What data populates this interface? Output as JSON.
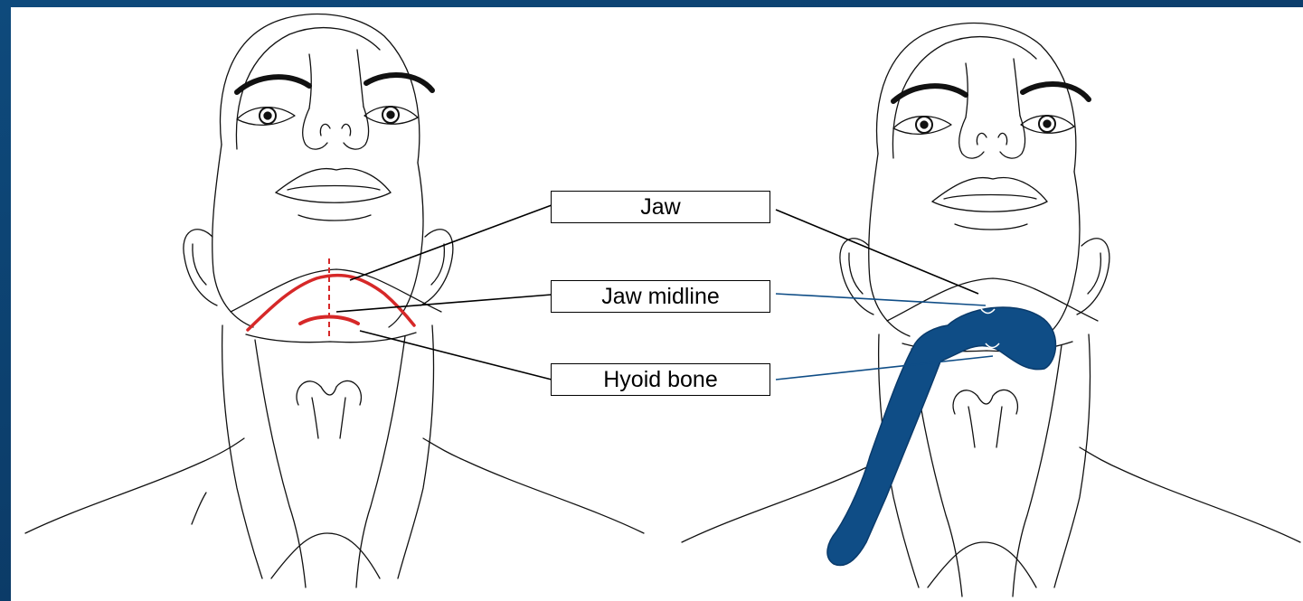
{
  "labels": {
    "jaw": "Jaw",
    "jaw_midline": "Jaw midline",
    "hyoid_bone": "Hyoid bone"
  },
  "colors": {
    "background": "#0b3a66",
    "landmark_red": "#d62828",
    "device_blue": "#0f4d86",
    "outline": "#111111"
  }
}
